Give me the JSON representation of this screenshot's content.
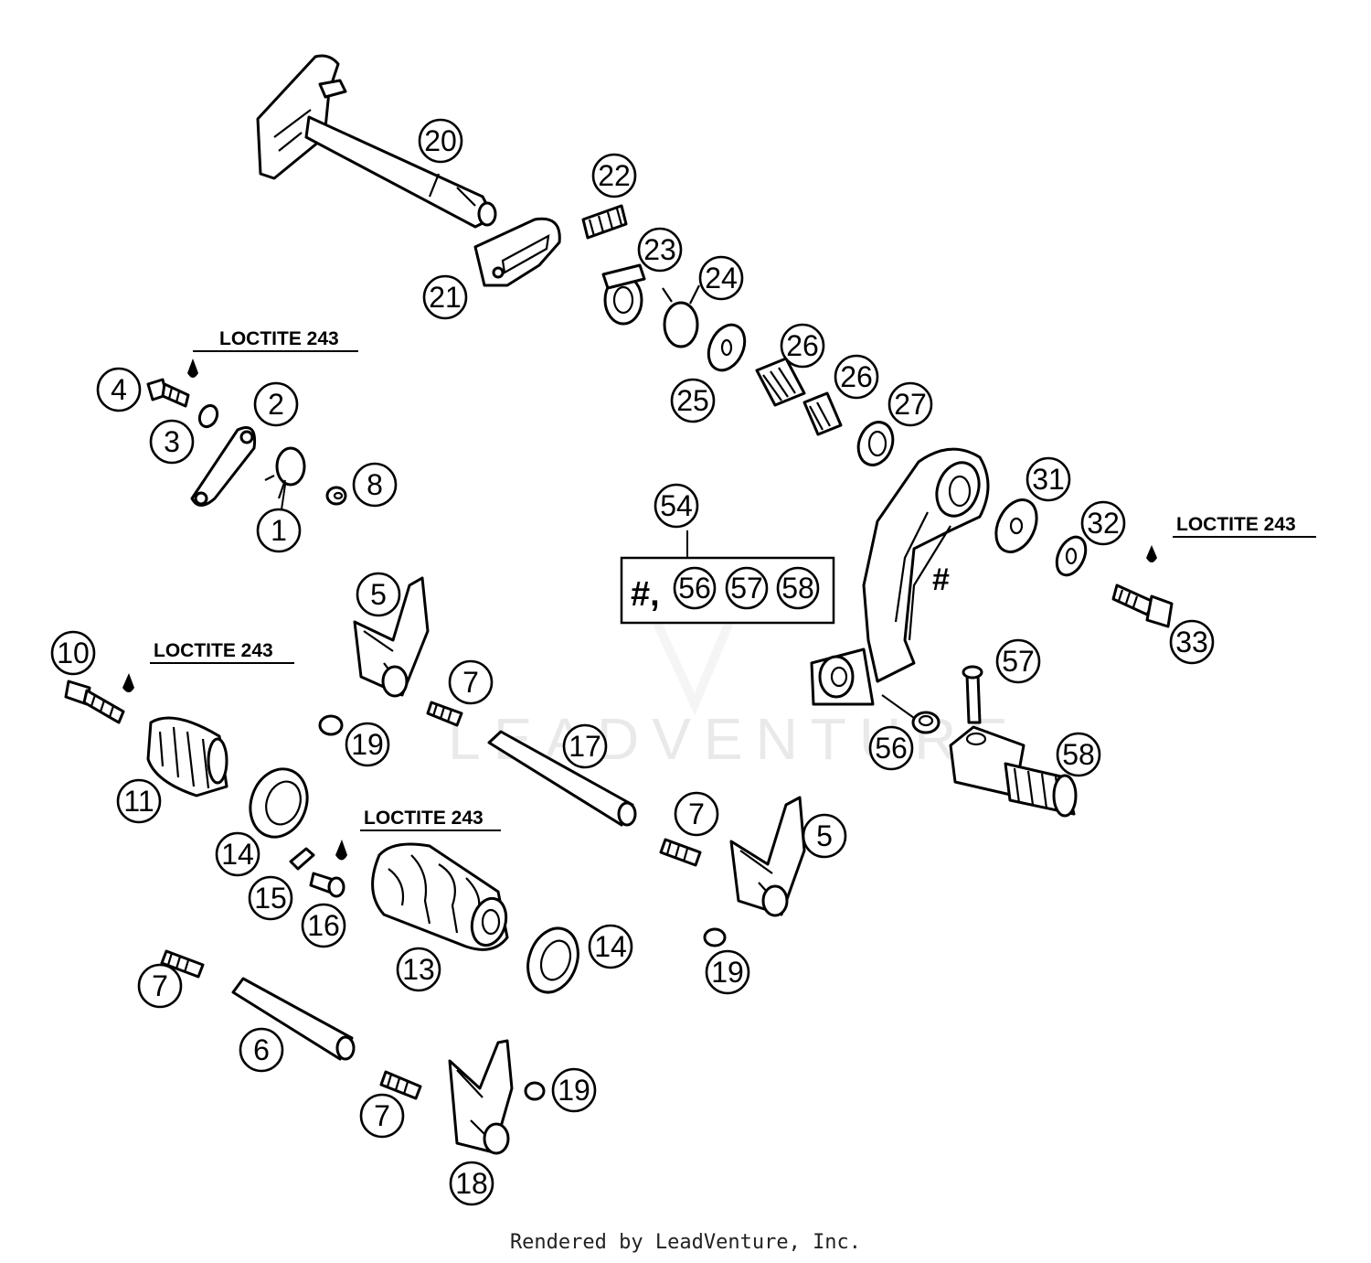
{
  "watermark": "LEADVENTURE",
  "footer": "Rendered by LeadVenture, Inc.",
  "notes": {
    "loctite_a": "LOCTITE 243",
    "loctite_b": "LOCTITE 243",
    "loctite_c": "LOCTITE 243",
    "loctite_d": "LOCTITE 243"
  },
  "kit": {
    "ref": "54",
    "prefix": "#,",
    "items": [
      "56",
      "57",
      "58"
    ]
  },
  "hash_mark": "#",
  "callouts": {
    "c1": "1",
    "c2": "2",
    "c3": "3",
    "c4": "4",
    "c5a": "5",
    "c5b": "5",
    "c6": "6",
    "c7a": "7",
    "c7b": "7",
    "c7c": "7",
    "c7d": "7",
    "c8": "8",
    "c10": "10",
    "c11": "11",
    "c13": "13",
    "c14a": "14",
    "c14b": "14",
    "c15": "15",
    "c16": "16",
    "c17": "17",
    "c18": "18",
    "c19a": "19",
    "c19b": "19",
    "c19c": "19",
    "c20": "20",
    "c21": "21",
    "c22": "22",
    "c23": "23",
    "c24": "24",
    "c25": "25",
    "c26a": "26",
    "c26b": "26",
    "c27": "27",
    "c31": "31",
    "c32": "32",
    "c33": "33",
    "c56": "56",
    "c57": "57",
    "c58": "58"
  }
}
